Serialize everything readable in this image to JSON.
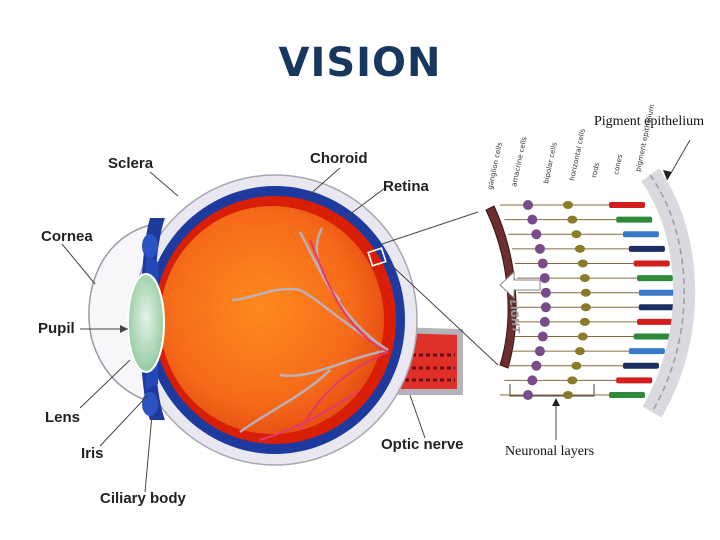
{
  "title": "VISION",
  "labels": {
    "sclera": "Sclera",
    "choroid": "Choroid",
    "retina": "Retina",
    "cornea": "Cornea",
    "pupil": "Pupil",
    "lens": "Lens",
    "iris": "Iris",
    "ciliary_body": "Ciliary body",
    "optic_nerve": "Optic nerve",
    "pigment_epithelium": "Pigment epithelium",
    "neuronal_layers": "Neuronal layers",
    "light": "LIGHT"
  },
  "retina_layers": [
    "ganglion cells",
    "amacrine cells",
    "bipolar cells",
    "horizontal cells",
    "rods",
    "cones",
    "pigment epithelium"
  ],
  "colors": {
    "title": "#17375e",
    "retina_red": "#d81e05",
    "vitreous": "#f56a1a",
    "choroid_blue": "#1f3a9e",
    "sclera": "#ecebf2",
    "lens": "#a9d8b0",
    "rod_green": "#2c8a3a",
    "cone_red": "#d21e1e",
    "cone_blue": "#3a78c9"
  }
}
